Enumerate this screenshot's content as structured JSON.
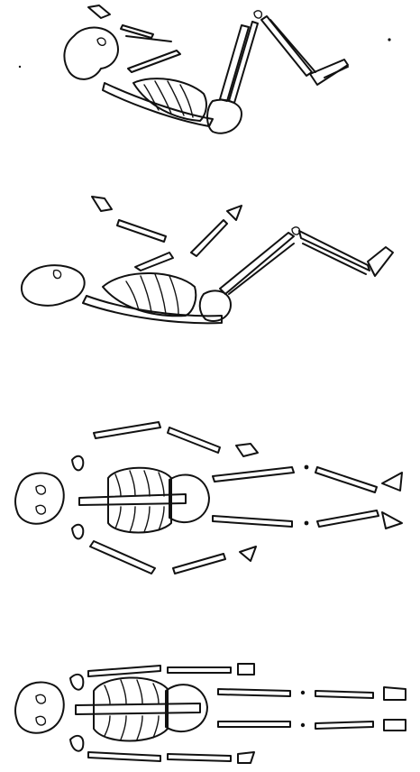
{
  "figure": {
    "panels": [
      {
        "id": "panel-1",
        "pose": "supine-knees-raised-curled"
      },
      {
        "id": "panel-2",
        "pose": "supine-knees-raised-extended"
      },
      {
        "id": "panel-3",
        "pose": "supine-spread-dorsal-view"
      },
      {
        "id": "panel-4",
        "pose": "supine-aligned-dorsal-view"
      }
    ],
    "ink_color": "#111111",
    "background_color": "#ffffff"
  }
}
